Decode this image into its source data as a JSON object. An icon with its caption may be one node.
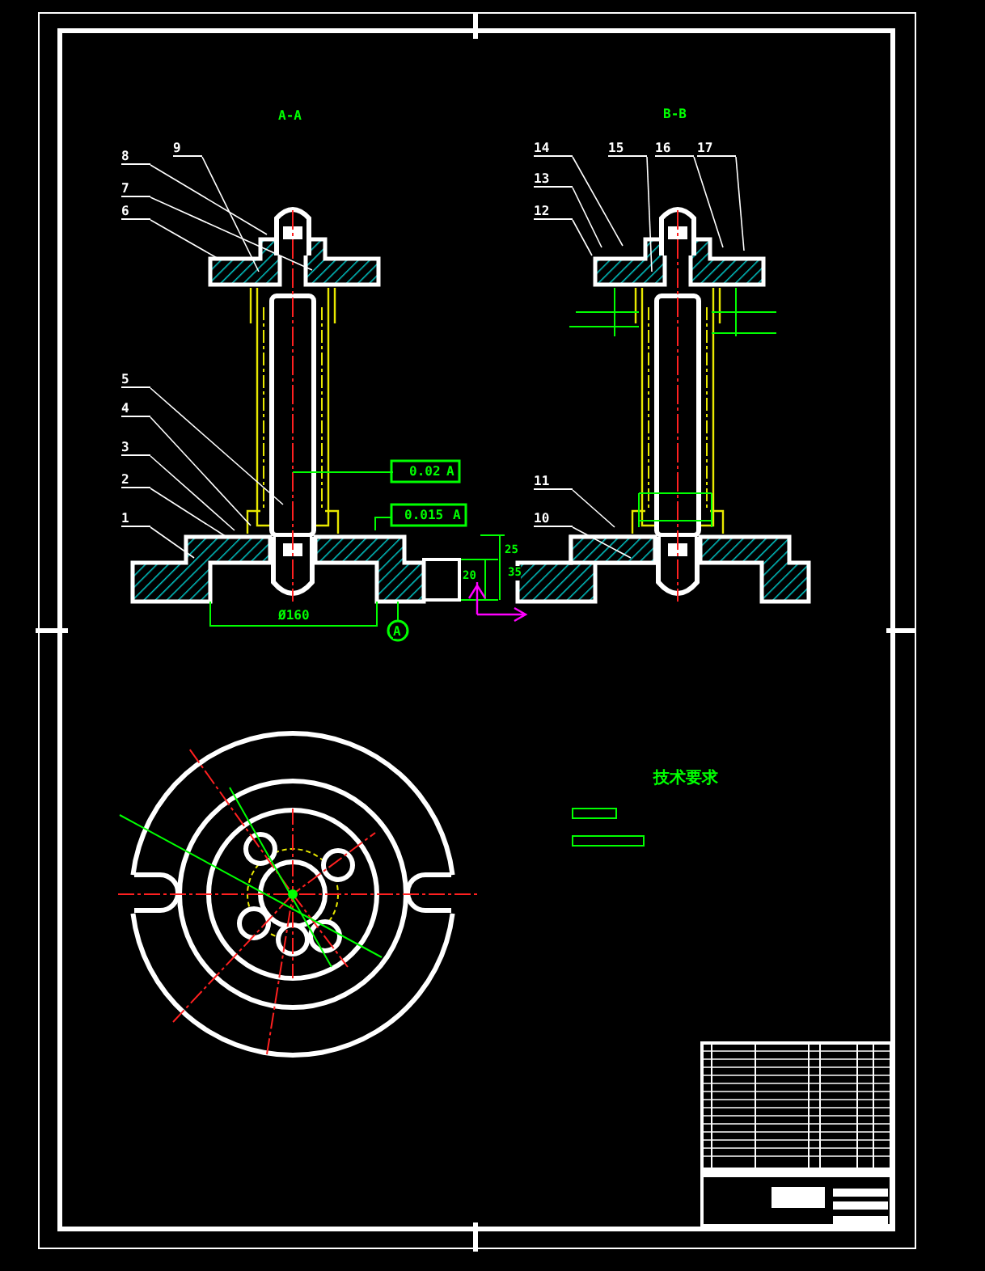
{
  "diagram": {
    "nodes": [
      {
        "text": [
          "8"
        ]
      },
      {
        "text": [
          "9"
        ]
      },
      {
        "text": [
          "7"
        ]
      },
      {
        "text": [
          "6"
        ]
      },
      {
        "text": [
          "5"
        ]
      },
      {
        "text": [
          "4"
        ]
      },
      {
        "text": [
          "3"
        ]
      },
      {
        "text": [
          "2"
        ]
      },
      {
        "text": [
          "1"
        ]
      },
      {
        "text": [
          "14"
        ]
      },
      {
        "text": [
          "15"
        ]
      },
      {
        "text": [
          "16"
        ]
      },
      {
        "text": [
          "17"
        ]
      },
      {
        "text": [
          "13"
        ]
      },
      {
        "text": [
          "12"
        ]
      },
      {
        "text": [
          "11"
        ]
      },
      {
        "text": [
          "10"
        ]
      }
    ],
    "edges": [
      {
        "from": 0,
        "to": null,
        "arrow": "none"
      },
      {
        "from": 1,
        "to": null,
        "arrow": "none"
      },
      {
        "from": 2,
        "to": null,
        "arrow": "none"
      },
      {
        "from": 3,
        "to": null,
        "arrow": "none"
      },
      {
        "from": 4,
        "to": null,
        "arrow": "none"
      },
      {
        "from": 5,
        "to": null,
        "arrow": "none"
      },
      {
        "from": 6,
        "to": null,
        "arrow": "none"
      },
      {
        "from": 7,
        "to": null,
        "arrow": "none"
      },
      {
        "from": 8,
        "to": null,
        "arrow": "none"
      },
      {
        "from": 9,
        "to": null,
        "arrow": "none"
      },
      {
        "from": 10,
        "to": null,
        "arrow": "none"
      },
      {
        "from": 11,
        "to": null,
        "arrow": "none"
      },
      {
        "from": 12,
        "to": null,
        "arrow": "none"
      },
      {
        "from": 13,
        "to": null,
        "arrow": "none"
      },
      {
        "from": 14,
        "to": null,
        "arrow": "none"
      },
      {
        "from": 15,
        "to": null,
        "arrow": "none"
      },
      {
        "from": 16,
        "to": null,
        "arrow": "none"
      }
    ],
    "labels": [
      "A-A",
      "B-B",
      "0.02",
      "A",
      "0.015",
      "A",
      "25",
      "20",
      "35",
      "Ø160",
      "A",
      "技术要求"
    ]
  }
}
